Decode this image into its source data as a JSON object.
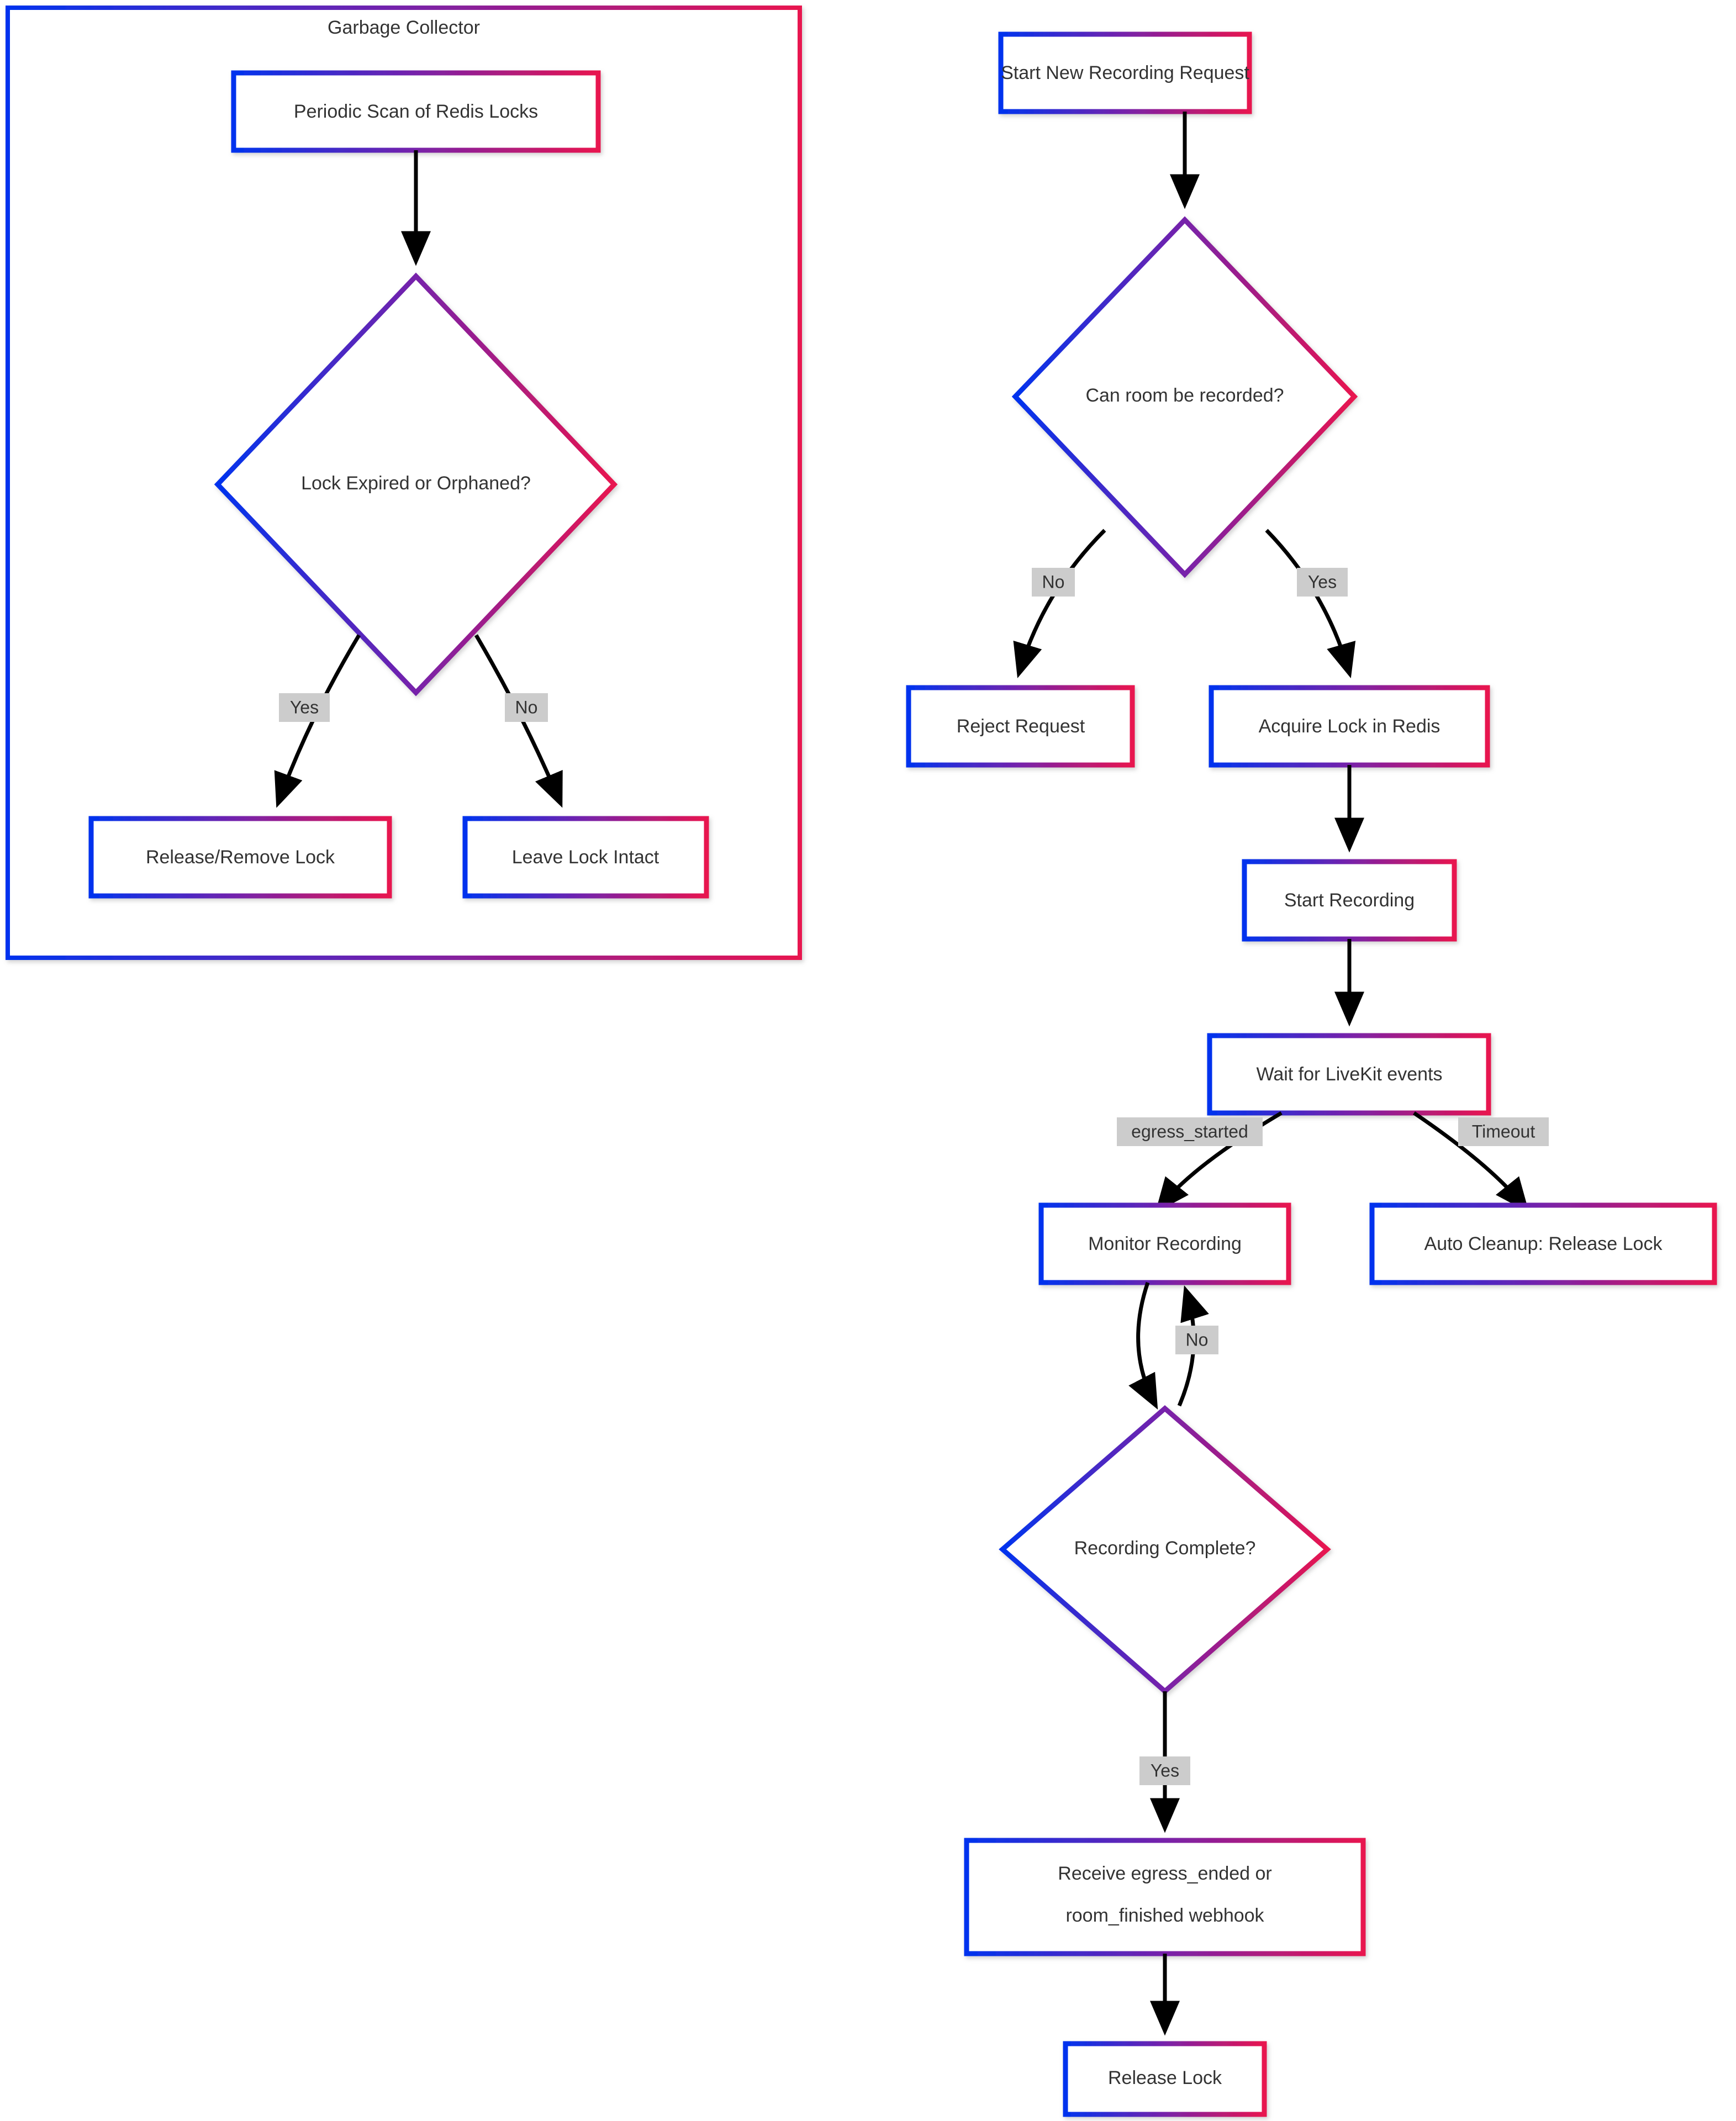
{
  "diagram": {
    "type": "flowchart",
    "orientation": "top-down",
    "background_color": "#ffffff",
    "node_fill_color": "#ffffff",
    "node_border_gradient": [
      "#0033ee",
      "#7722aa",
      "#e8154f"
    ],
    "edge_color": "#000000",
    "edge_label_bg_color": "#cccccc",
    "text_color": "#333333"
  },
  "subgraph": {
    "title": "Garbage Collector"
  },
  "nodes": {
    "periodic_scan": "Periodic Scan of Redis Locks",
    "lock_expired": "Lock Expired or Orphaned?",
    "release_remove_lock": "Release/Remove Lock",
    "leave_lock_intact": "Leave Lock Intact",
    "start_request": "Start New Recording Request",
    "can_record": "Can room be recorded?",
    "reject_request": "Reject Request",
    "acquire_lock": "Acquire Lock in Redis",
    "start_recording": "Start Recording",
    "wait_events": "Wait for LiveKit events",
    "monitor_recording": "Monitor Recording",
    "auto_cleanup": "Auto Cleanup: Release Lock",
    "recording_complete": "Recording Complete?",
    "receive_webhook_line1": "Receive egress_ended or",
    "receive_webhook_line2": "room_finished webhook",
    "release_lock": "Release Lock"
  },
  "edge_labels": {
    "gc_yes": "Yes",
    "gc_no": "No",
    "record_no": "No",
    "record_yes": "Yes",
    "egress_started": "egress_started",
    "timeout": "Timeout",
    "monitor_no": "No",
    "complete_yes": "Yes"
  },
  "edges": [
    {
      "from": "periodic_scan",
      "to": "lock_expired",
      "label": ""
    },
    {
      "from": "lock_expired",
      "to": "release_remove_lock",
      "label": "Yes"
    },
    {
      "from": "lock_expired",
      "to": "leave_lock_intact",
      "label": "No"
    },
    {
      "from": "start_request",
      "to": "can_record",
      "label": ""
    },
    {
      "from": "can_record",
      "to": "reject_request",
      "label": "No"
    },
    {
      "from": "can_record",
      "to": "acquire_lock",
      "label": "Yes"
    },
    {
      "from": "acquire_lock",
      "to": "start_recording",
      "label": ""
    },
    {
      "from": "start_recording",
      "to": "wait_events",
      "label": ""
    },
    {
      "from": "wait_events",
      "to": "monitor_recording",
      "label": "egress_started"
    },
    {
      "from": "wait_events",
      "to": "auto_cleanup",
      "label": "Timeout"
    },
    {
      "from": "monitor_recording",
      "to": "recording_complete",
      "label": ""
    },
    {
      "from": "recording_complete",
      "to": "monitor_recording",
      "label": "No"
    },
    {
      "from": "recording_complete",
      "to": "receive_webhook",
      "label": "Yes"
    },
    {
      "from": "receive_webhook",
      "to": "release_lock",
      "label": ""
    }
  ]
}
